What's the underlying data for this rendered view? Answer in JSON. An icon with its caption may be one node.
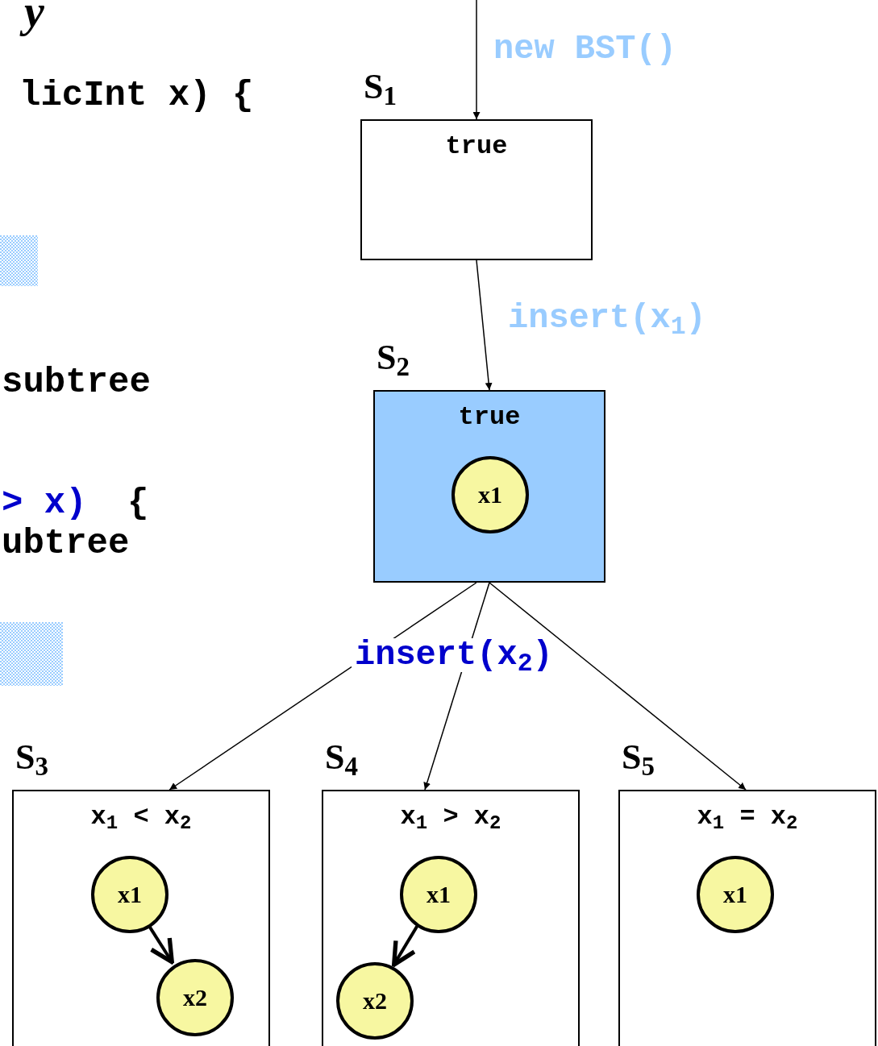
{
  "diagram": {
    "nodes": [
      {
        "text": [
          "S$_{1}$",
          "true"
        ]
      },
      {
        "text": [
          "S$_{2}$",
          "true"
        ]
      },
      {
        "text": [
          "x1"
        ],
        "in": 1
      },
      {
        "text": [
          "S$_{3}$",
          "x$_{1}$ < x$_{2}$"
        ]
      },
      {
        "text": [
          "x1"
        ],
        "in": 3
      },
      {
        "text": [
          "x2"
        ],
        "in": 3
      },
      {
        "text": [
          "S$_{4}$",
          "x$_{1}$ > x$_{2}$"
        ]
      },
      {
        "text": [
          "x1"
        ],
        "in": 6
      },
      {
        "text": [
          "x2"
        ],
        "in": 6
      },
      {
        "text": [
          "S$_{5}$",
          "x$_{1}$ = x$_{2}$"
        ]
      },
      {
        "text": [
          "x1"
        ],
        "in": 9
      }
    ],
    "edges": [
      {
        "from": null,
        "to": 0,
        "arrow": "to",
        "label": "new BST()"
      },
      {
        "from": 0,
        "to": 1,
        "arrow": "to",
        "label": "insert(x$_{1}$)"
      },
      {
        "from": 1,
        "to": 3,
        "arrow": "to"
      },
      {
        "from": 1,
        "to": 6,
        "arrow": "to",
        "label": "insert(x$_{2}$)"
      },
      {
        "from": 1,
        "to": 9,
        "arrow": "to"
      },
      {
        "from": 4,
        "to": 5,
        "arrow": "to",
        "style": "thick"
      },
      {
        "from": 7,
        "to": 8,
        "arrow": "to",
        "style": "thick"
      }
    ],
    "labels": [
      "y",
      "licInt x) {",
      "subtree",
      "> x)",
      "{",
      "ubtree"
    ]
  }
}
